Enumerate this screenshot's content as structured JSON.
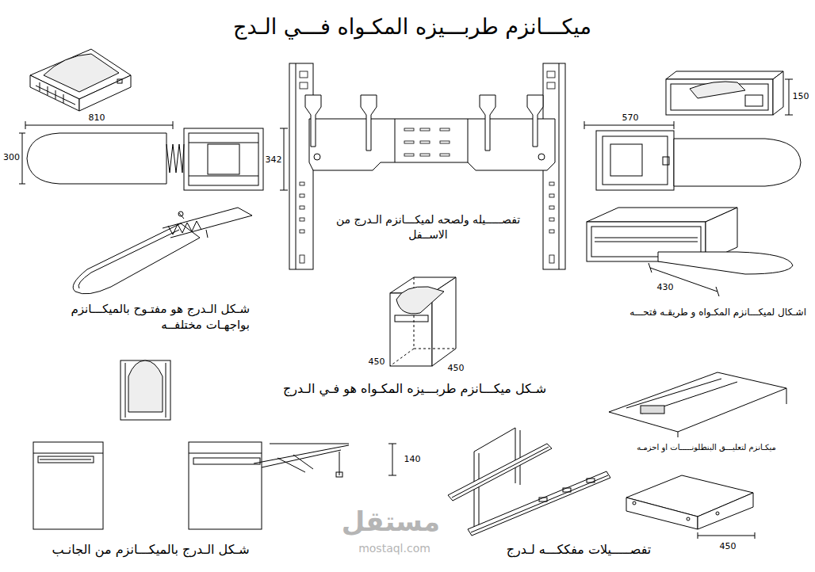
{
  "diagram": {
    "title": "ميكـــانزم طربـــيزه المكـواه فـــي الـدج",
    "labels": [
      "810",
      "300",
      "342",
      "شـكل الـدرج هو مفتـوح بالميكـــانزم بواجهـات مختلفــه",
      "تفصـــــيله ولصحه لميكـــانزم الـدرج من الاســفل",
      "150",
      "570",
      "430",
      "اشـكال لميكـــانزم المكـواه و طريقـه فتحـــه",
      "450",
      "450",
      "شـكل ميكـــانزم طربـــيزه المكـواه هو فـي الـدرج",
      "140",
      "ميكـانزم لتعليـــق البنطلونـــــات او احزمـه",
      "شـكل الـدرج بالميكـــانزم من الجانـب",
      "تفصـــــيلات مفككـــه لـدرج",
      "450",
      "مستقل",
      "mostaql.com"
    ]
  }
}
